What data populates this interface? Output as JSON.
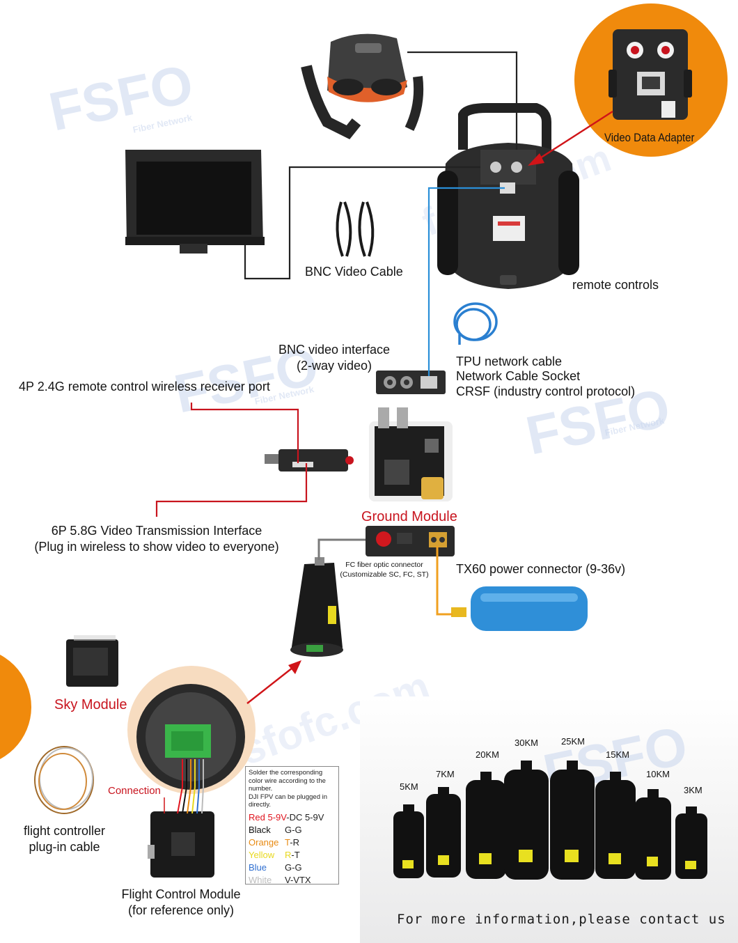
{
  "watermarks": {
    "brand": "FSFO",
    "tagline": "Fiber Network",
    "site": "fsfofc.com"
  },
  "labels": {
    "video_data_adapter": "Video Data Adapter",
    "bnc_video_cable": "BNC Video Cable",
    "remote_controls": "remote controls",
    "bnc_video_interface": "BNC video interface",
    "two_way_video": "(2-way video)",
    "tpu_cable": "TPU network cable",
    "network_socket": "Network Cable Socket",
    "crsf": "CRSF (industry control protocol)",
    "receiver_port": "4P 2.4G remote control wireless receiver port",
    "video_tx_interface": "6P 5.8G Video Transmission Interface",
    "video_tx_note": "(Plug in wireless to show video to everyone)",
    "ground_module": "Ground Module",
    "fc_connector": "FC fiber optic connector",
    "fc_connector_note": "(Customizable SC, FC, ST)",
    "power_connector": "TX60 power connector (9-36v)",
    "sky_module": "Sky Module",
    "connection": "Connection",
    "fc_cable_line1": "flight controller",
    "fc_cable_line2": "plug-in cable",
    "fcm_line1": "Flight Control Module",
    "fcm_line2": "(for reference only)"
  },
  "wiring_notes": {
    "intro": "Solder the corresponding color wire according to the number.",
    "dji": "DJI FPV can be plugged in directly.",
    "rows": [
      {
        "color_name": "Red",
        "color_pin": "5-9V",
        "pin": "-DC 5-9V",
        "hex": "#e0141e"
      },
      {
        "color_name": "Black",
        "color_pin": "",
        "pin": "G-G",
        "hex": "#111111"
      },
      {
        "color_name": "Orange",
        "color_pin": "T",
        "pin": "-R",
        "hex": "#e88a12"
      },
      {
        "color_name": "Yellow",
        "color_pin": "R",
        "pin": "-T",
        "hex": "#e8d81e"
      },
      {
        "color_name": "Blue",
        "color_pin": "",
        "pin": "G-G",
        "hex": "#2f6fd0"
      },
      {
        "color_name": "White",
        "color_pin": "",
        "pin": "V-VTX",
        "hex": "#bdbdbd"
      }
    ]
  },
  "spools": [
    "5KM",
    "7KM",
    "20KM",
    "30KM",
    "25KM",
    "15KM",
    "10KM",
    "3KM"
  ],
  "footer": "For more information,please contact us",
  "colors": {
    "accent_orange": "#f08a0c",
    "label_red": "#c8141e",
    "cable_blue": "#2a8fd8",
    "wire_red": "#d01418",
    "power_orange": "#f0a020"
  }
}
